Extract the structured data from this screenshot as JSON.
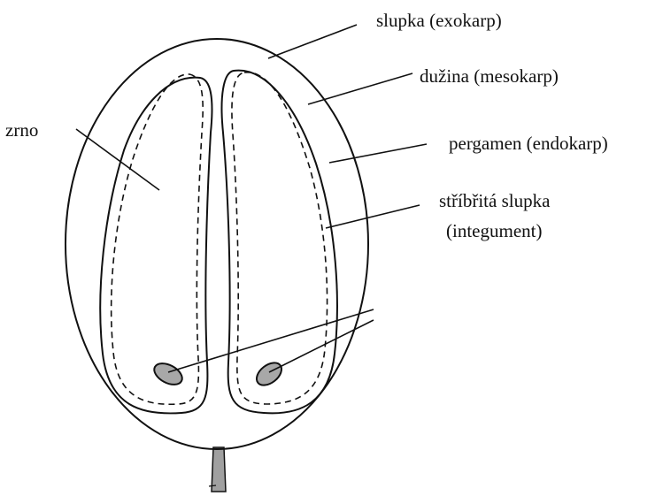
{
  "labels": {
    "exocarp": "slupka (exokarp)",
    "mesocarp": "dužina (mesokarp)",
    "endocarp": "pergamen (endokarp)",
    "integument_line1": "stříbřitá slupka",
    "integument_line2": "(integument)",
    "bean": "zrno"
  },
  "colors": {
    "line": "#111111",
    "embryo_fill": "#a8a8a8",
    "stem_fill": "#a0a0a0",
    "background": "#ffffff"
  }
}
